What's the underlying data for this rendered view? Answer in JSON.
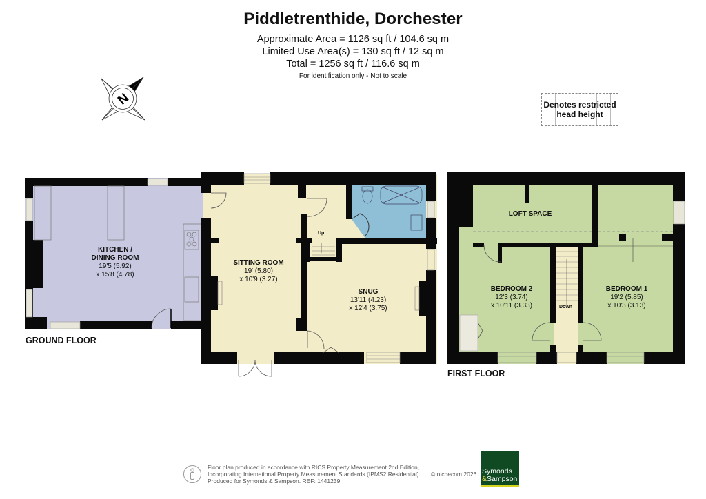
{
  "header": {
    "title": "Piddletrenthide, Dorchester",
    "approx_area": "Approximate Area = 1126 sq ft / 104.6 sq m",
    "limited_area": "Limited Use Area(s) = 130 sq ft / 12 sq m",
    "total_area": "Total = 1256 sq ft / 116.6 sq m",
    "disclaimer": "For identification only - Not to scale"
  },
  "compass": {
    "icon": "compass-north-icon",
    "letter": "N"
  },
  "legend": {
    "line1": "Denotes restricted",
    "line2": "head height"
  },
  "colors": {
    "wall": "#0a0a0a",
    "kitchen_fill": "#c8c9e0",
    "ground_fill": "#f3ecc8",
    "bathroom_fill": "#8fbfd6",
    "first_fill": "#c6d9a2",
    "landing_fill": "#f3ecc8",
    "window": "#e8e6d8",
    "brand_green": "#0f4a22",
    "brand_accent": "#d6d41e"
  },
  "ground_floor": {
    "label": "GROUND FLOOR",
    "rooms": [
      {
        "name_line1": "KITCHEN /",
        "name_line2": "DINING ROOM",
        "dim1": "19'5 (5.92)",
        "dim2": "x 15'8 (4.78)"
      },
      {
        "name_line1": "SITTING ROOM",
        "name_line2": "",
        "dim1": "19' (5.80)",
        "dim2": "x 10'9 (3.27)"
      },
      {
        "name_line1": "SNUG",
        "name_line2": "",
        "dim1": "13'11 (4.23)",
        "dim2": "x 12'4 (3.75)"
      }
    ],
    "stairs_label": "Up"
  },
  "first_floor": {
    "label": "FIRST FLOOR",
    "rooms": [
      {
        "name_line1": "LOFT SPACE",
        "name_line2": "",
        "dim1": "",
        "dim2": ""
      },
      {
        "name_line1": "BEDROOM 2",
        "name_line2": "",
        "dim1": "12'3 (3.74)",
        "dim2": "x 10'11 (3.33)"
      },
      {
        "name_line1": "BEDROOM 1",
        "name_line2": "",
        "dim1": "19'2 (5.85)",
        "dim2": "x 10'3 (3.13)"
      }
    ],
    "stairs_label": "Down"
  },
  "footer": {
    "line1": "Floor plan produced in accordance with RICS Property Measurement 2nd Edition,",
    "line2": "Incorporating International Property Measurement Standards (IPMS2 Residential).",
    "line3": "Produced for Symonds & Sampson.   REF:  1441239",
    "copyright": "© nichecom 2026.",
    "brand_line1": "Symonds",
    "brand_line2_amp": "&",
    "brand_line2": "Sampson"
  }
}
